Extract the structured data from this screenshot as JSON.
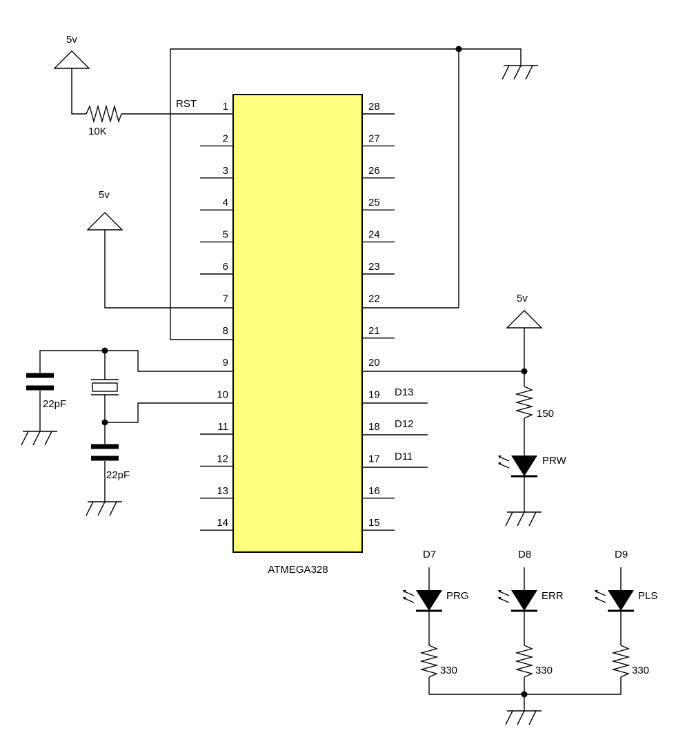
{
  "chip": {
    "label": "ATMEGA328",
    "fill": "#FFFF80",
    "left_pins": [
      "1",
      "2",
      "3",
      "4",
      "5",
      "6",
      "7",
      "8",
      "9",
      "10",
      "11",
      "12",
      "13",
      "14"
    ],
    "right_pins": [
      "28",
      "27",
      "26",
      "25",
      "24",
      "23",
      "22",
      "21",
      "20",
      "19",
      "18",
      "17",
      "16",
      "15"
    ],
    "pin1_signal": "RST"
  },
  "power_labels": [
    "5v",
    "5v",
    "5v"
  ],
  "reset_resistor": "10K",
  "crystal_caps": [
    "22pF",
    "22pF"
  ],
  "pin_signals": {
    "pin19": "D13",
    "pin18": "D12",
    "pin17": "D11"
  },
  "power_led": {
    "resistor": "150",
    "label": "PRW"
  },
  "status_leds": [
    {
      "pin": "D7",
      "label": "PRG",
      "resistor": "330"
    },
    {
      "pin": "D8",
      "label": "ERR",
      "resistor": "330"
    },
    {
      "pin": "D9",
      "label": "PLS",
      "resistor": "330"
    }
  ],
  "icons": [
    "power-supply-icon",
    "ground-icon",
    "resistor-icon",
    "capacitor-icon",
    "crystal-icon",
    "led-icon",
    "junction-dot"
  ]
}
